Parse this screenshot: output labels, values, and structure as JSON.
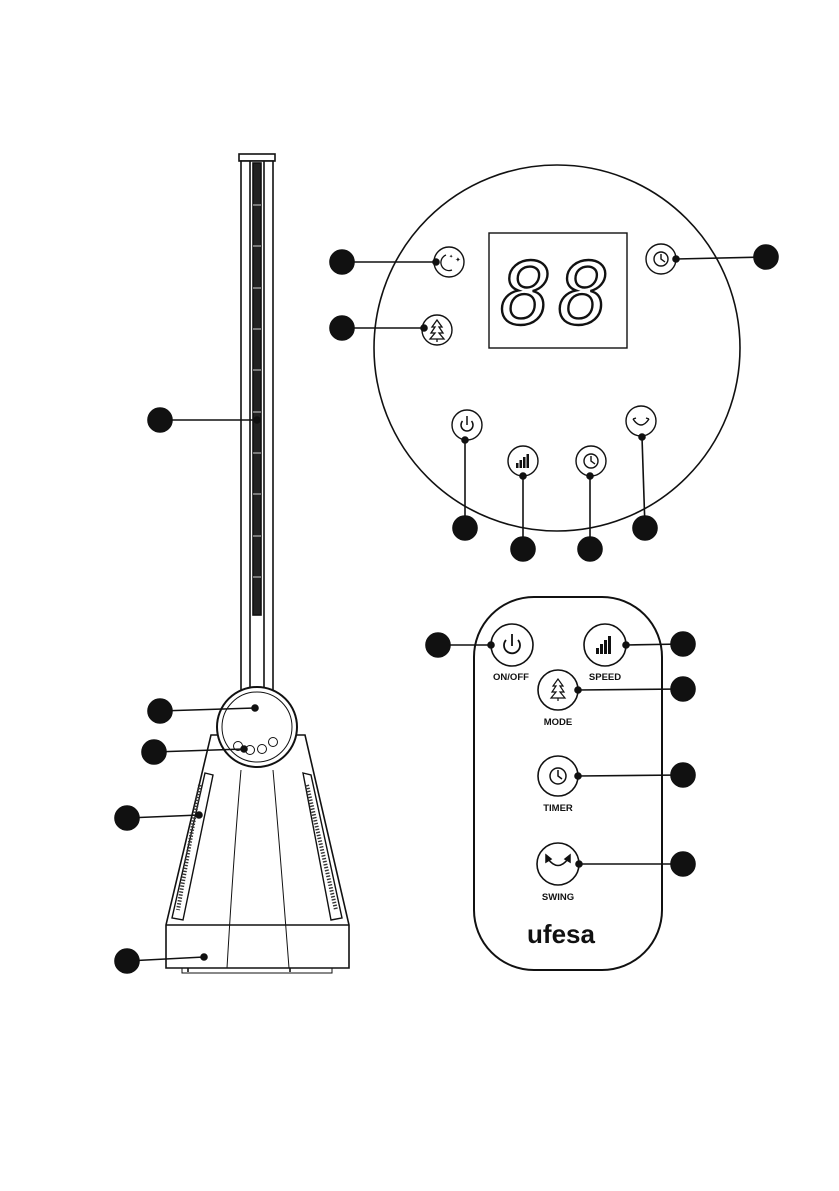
{
  "display": {
    "digits": "88"
  },
  "remote": {
    "brand": "ufesa",
    "buttons": {
      "on_off": "ON/OFF",
      "speed": "SPEED",
      "mode": "MODE",
      "timer": "TIMER",
      "swing": "SWING"
    }
  },
  "colors": {
    "ink": "#111111",
    "callout": "#111111",
    "background": "#ffffff"
  }
}
